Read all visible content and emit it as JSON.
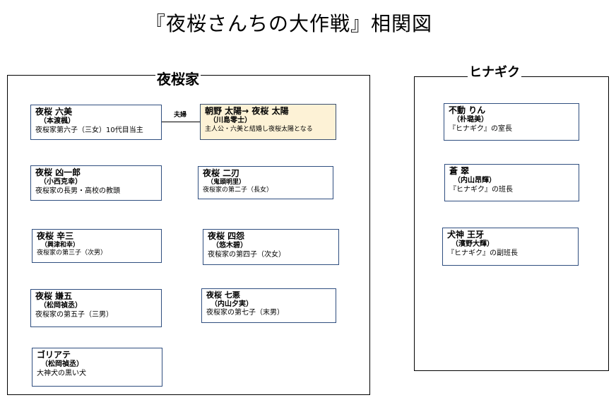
{
  "title": "『夜桜さんちの大作戦』相関図",
  "groups": {
    "yozakura": {
      "label": "夜桜家"
    },
    "hinagiku": {
      "label": "ヒナギク"
    }
  },
  "relation": {
    "marriage_label": "夫婦"
  },
  "yozakura_members": [
    {
      "name": "夜桜 六美",
      "actor": "（本渡楓）",
      "desc": "夜桜家第六子（三女）10代目当主"
    },
    {
      "name": "朝野 太陽→ 夜桜 太陽",
      "actor": "（川島零士）",
      "desc": "主人公・六美と結婚し夜桜太陽となる"
    },
    {
      "name": "夜桜 凶一郎",
      "actor": "（小西克幸）",
      "desc": "夜桜家の長男・高校の教頭"
    },
    {
      "name": "夜桜 二刃",
      "actor": "（鬼頭明里）",
      "desc": "夜桜家の第二子（長女）"
    },
    {
      "name": "夜桜 辛三",
      "actor": "（興津和幸）",
      "desc": "夜桜家の第三子（次男）"
    },
    {
      "name": "夜桜 四怨",
      "actor": "（悠木碧）",
      "desc": "夜桜家の第四子（次女）"
    },
    {
      "name": "夜桜 嫌五",
      "actor": "（松岡禎丞）",
      "desc": "夜桜家の第五子（三男）"
    },
    {
      "name": "夜桜 七悪",
      "actor": "（内山夕実）",
      "desc": "夜桜家の第七子（末男）"
    },
    {
      "name": "ゴリアテ",
      "actor": "（松岡禎丞）",
      "desc": "大神犬の黒い犬"
    }
  ],
  "hinagiku_members": [
    {
      "name": "不動 りん",
      "actor": "（朴璐美）",
      "desc": "『ヒナギク』の室長"
    },
    {
      "name": "蒼 翠",
      "actor": "（内山昂輝）",
      "desc": "『ヒナギク』の班長"
    },
    {
      "name": "犬神 王牙",
      "actor": "（濱野大輝）",
      "desc": "『ヒナギク』の副班長"
    }
  ]
}
